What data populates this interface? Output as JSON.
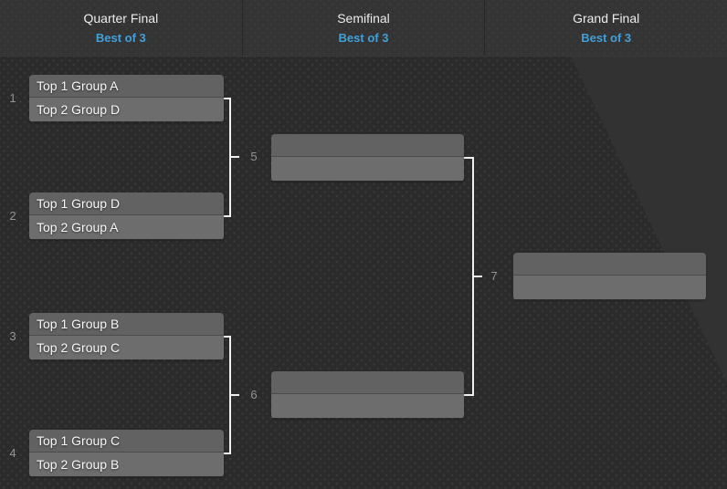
{
  "header": {
    "columns": [
      {
        "title": "Quarter Final",
        "subtitle": "Best of 3"
      },
      {
        "title": "Semifinal",
        "subtitle": "Best of 3"
      },
      {
        "title": "Grand Final",
        "subtitle": "Best of 3"
      }
    ]
  },
  "matches": [
    {
      "number": "1",
      "slots": [
        "Top 1 Group A",
        "Top 2 Group D"
      ]
    },
    {
      "number": "2",
      "slots": [
        "Top 1 Group D",
        "Top 2 Group A"
      ]
    },
    {
      "number": "3",
      "slots": [
        "Top 1 Group B",
        "Top 2 Group C"
      ]
    },
    {
      "number": "4",
      "slots": [
        "Top 1 Group C",
        "Top 2 Group B"
      ]
    },
    {
      "number": "5",
      "slots": [
        "",
        ""
      ]
    },
    {
      "number": "6",
      "slots": [
        "",
        ""
      ]
    },
    {
      "number": "7",
      "slots": [
        "",
        ""
      ]
    }
  ],
  "colors": {
    "accent_blue": "#41a0d8",
    "connector": "#f0f0f0",
    "background": "#2b2b2b",
    "slot_top": "#626262",
    "slot_bottom": "#6d6d6d"
  }
}
